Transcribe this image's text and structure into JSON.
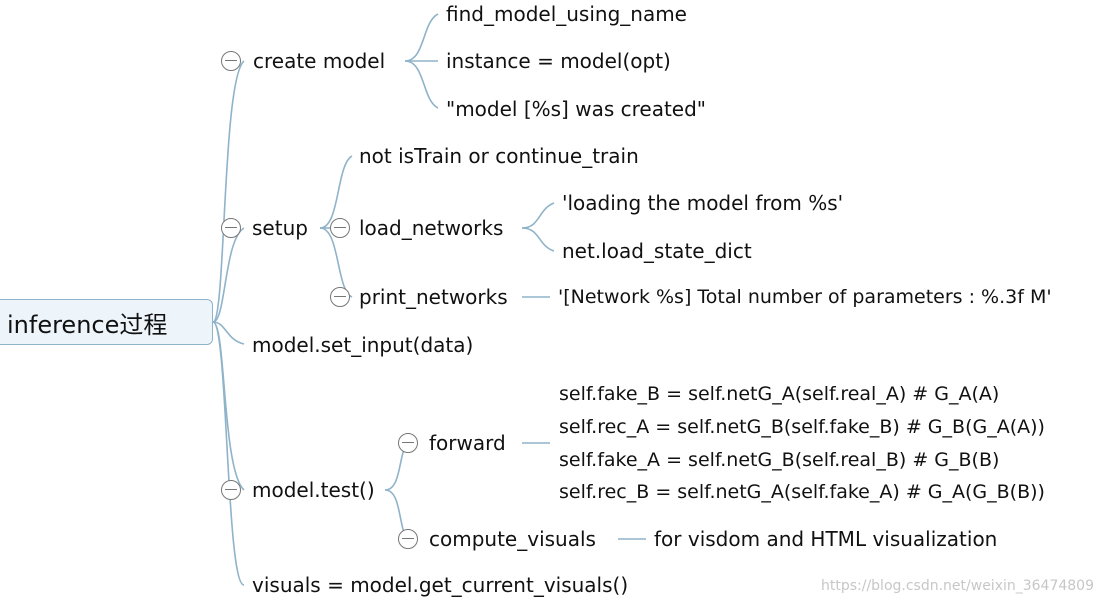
{
  "root": {
    "label": "inference过程"
  },
  "branches": {
    "create_model": {
      "label": "create model",
      "children": [
        "find_model_using_name",
        "instance = model(opt)",
        "\"model [%s] was created\""
      ]
    },
    "setup": {
      "label": "setup",
      "children": {
        "not_istrain": "not isTrain or continue_train",
        "load_networks": {
          "label": "load_networks",
          "children": [
            "'loading the model from %s'",
            "net.load_state_dict"
          ]
        },
        "print_networks": {
          "label": "print_networks",
          "children": [
            "'[Network %s] Total number of parameters : %.3f M'"
          ]
        }
      }
    },
    "set_input": {
      "label": "model.set_input(data)"
    },
    "test": {
      "label": "model.test()",
      "children": {
        "forward": {
          "label": "forward",
          "children": [
            "self.fake_B = self.netG_A(self.real_A) # G_A(A)",
            "self.rec_A = self.netG_B(self.fake_B) # G_B(G_A(A))",
            "self.fake_A = self.netG_B(self.real_B) # G_B(B)",
            "self.rec_B = self.netG_A(self.fake_A) # G_A(G_B(B))"
          ]
        },
        "compute_visuals": {
          "label": "compute_visuals",
          "children": [
            "for visdom and HTML visualization"
          ]
        }
      }
    },
    "visuals": {
      "label": "visuals = model.get_current_visuals()"
    }
  },
  "watermark": "https://blog.csdn.net/weixin_36474809",
  "colors": {
    "connector": "#8fb3c9",
    "root_fill": "#eef5fa",
    "toggle": "#777777"
  }
}
